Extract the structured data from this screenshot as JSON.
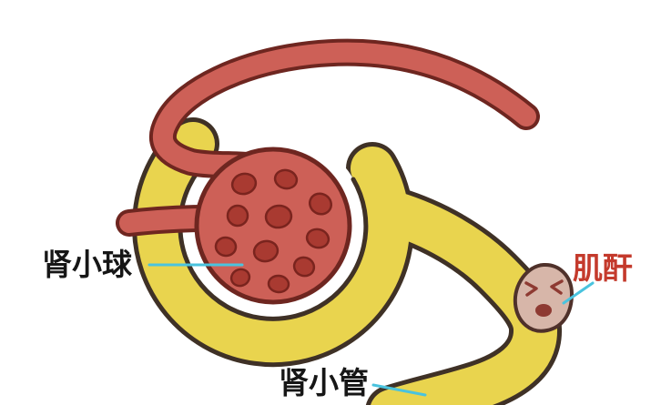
{
  "diagram": {
    "labels": {
      "glomerulus": "肾小球",
      "creatinine": "肌酐",
      "renal_tubule": "肾小管"
    },
    "icons": {
      "creatinine_character": "angry-face-creatinine-blob"
    },
    "colors": {
      "background": "#ffffff",
      "tubule_fill": "#e9d44e",
      "tubule_outline": "#3f3126",
      "vessel_fill": "#cd6057",
      "vessel_outline": "#6e2620",
      "glomerulus_fill": "#cd6057",
      "glomerulus_outline": "#6e2620",
      "capillary_fill": "#a93a31",
      "capillary_outline": "#7a241e",
      "creatinine_fill": "#d7b6a9",
      "creatinine_outline": "#4f312a",
      "creatinine_face": "#8e3a32",
      "leader_line": "#4ac3de",
      "label_text": "#161616",
      "creatinine_label_text": "#c43a2c"
    }
  }
}
